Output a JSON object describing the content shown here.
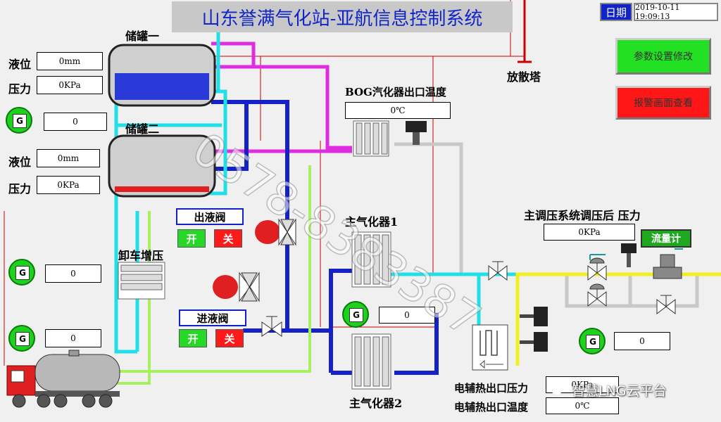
{
  "title": "山东誉满气化站-亚航信息控制系统",
  "date": {
    "label": "日期",
    "value": "2019-10-11 19:09:13"
  },
  "buttons": {
    "params": "参数设置修改",
    "alarm": "报警画面查看"
  },
  "vent_tower": "放散塔",
  "tank1": {
    "name": "储罐一",
    "level_label": "液位",
    "level": "0mm",
    "pressure_label": "压力",
    "pressure": "0KPa",
    "gas": "0"
  },
  "tank2": {
    "name": "储罐二",
    "level_label": "液位",
    "level": "0mm",
    "pressure_label": "压力",
    "pressure": "0KPa"
  },
  "bog": {
    "label": "BOG汽化器出口温度",
    "value": "0℃"
  },
  "outlet_valve": {
    "label": "出液阀",
    "open": "开",
    "close": "关"
  },
  "inlet_valve": {
    "label": "进液阀",
    "open": "开",
    "close": "关"
  },
  "unload": {
    "label": "卸车增压",
    "gas": "0"
  },
  "truck_gas": "0",
  "main_vap1": {
    "label": "主气化器1"
  },
  "main_vap2": {
    "label": "主气化器2",
    "gas": "0"
  },
  "regulator": {
    "label": "主调压系统调压后 压力",
    "value": "0KPa"
  },
  "flowmeter": "流量计",
  "downstream_gas": "0",
  "heater": {
    "pressure_label": "电辅热出口压力",
    "pressure": "0KPa",
    "temp_label": "电辅热出口温度",
    "temp": "0℃"
  },
  "g_letter": "G",
  "watermark": "0578-8383387",
  "wechat": "智慧LNG云平台",
  "colors": {
    "blue_pipe": "#1420c8",
    "cyan_pipe": "#1fe0e8",
    "magenta_pipe": "#e02ce0",
    "yellow_pipe": "#f0f020",
    "lime_pipe": "#a8f060",
    "gray_pipe": "#c8c8c8",
    "title_text": "#1024c8"
  }
}
